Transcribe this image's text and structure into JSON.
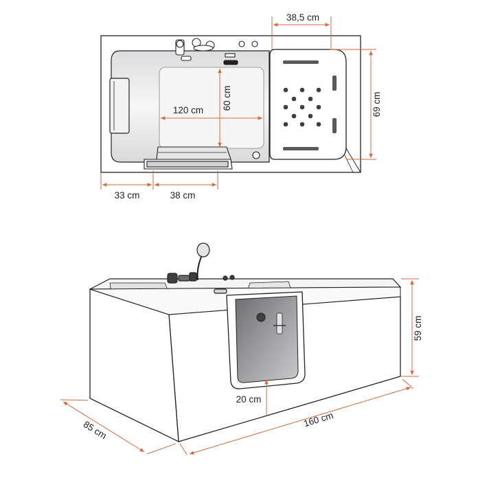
{
  "colors": {
    "dimension_line": "#d06a3c",
    "outline": "#231f20",
    "panel_fill": "#ffffff",
    "inner_shade": "#e9e9ea",
    "glass": "#8e8e91"
  },
  "top_view": {
    "dims": {
      "seat_width": "38,5 cm",
      "inner_length": "120 cm",
      "inner_width": "60 cm",
      "overall_depth": "69 cm",
      "door_offset": "33 cm",
      "door_width": "38 cm"
    }
  },
  "side_view": {
    "dims": {
      "height": "59 cm",
      "threshold": "20 cm",
      "length": "160 cm",
      "width": "85 cm"
    }
  }
}
